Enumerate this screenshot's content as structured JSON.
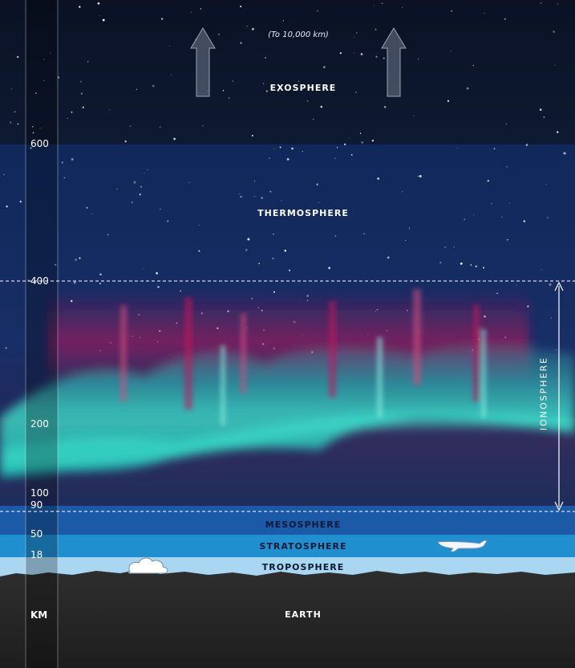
{
  "figure": {
    "top_note": "(To 10,000 km)",
    "axis_unit": "KM",
    "ticks": [
      {
        "label": "600",
        "km": 600
      },
      {
        "label": "400",
        "km": 400
      },
      {
        "label": "200",
        "km": 200
      },
      {
        "label": "100",
        "km": 100
      },
      {
        "label": "90",
        "km": 90
      },
      {
        "label": "50",
        "km": 50
      },
      {
        "label": "18",
        "km": 18
      }
    ],
    "layers": [
      {
        "name": "EXOSPHERE",
        "color": "#0a1428"
      },
      {
        "name": "THERMOSPHERE",
        "color": "#12306b"
      },
      {
        "name": "MESOSPHERE",
        "color": "#1a5aa6"
      },
      {
        "name": "STRATOSPHERE",
        "color": "#1f8fd0"
      },
      {
        "name": "TROPOSPHERE",
        "color": "#a9d6f0"
      },
      {
        "name": "EARTH",
        "color": "#2a2a2a"
      }
    ],
    "ionosphere_label": "IONOSPHERE",
    "aurora_colors": [
      "#3ee6d0",
      "#c2185b"
    ]
  }
}
